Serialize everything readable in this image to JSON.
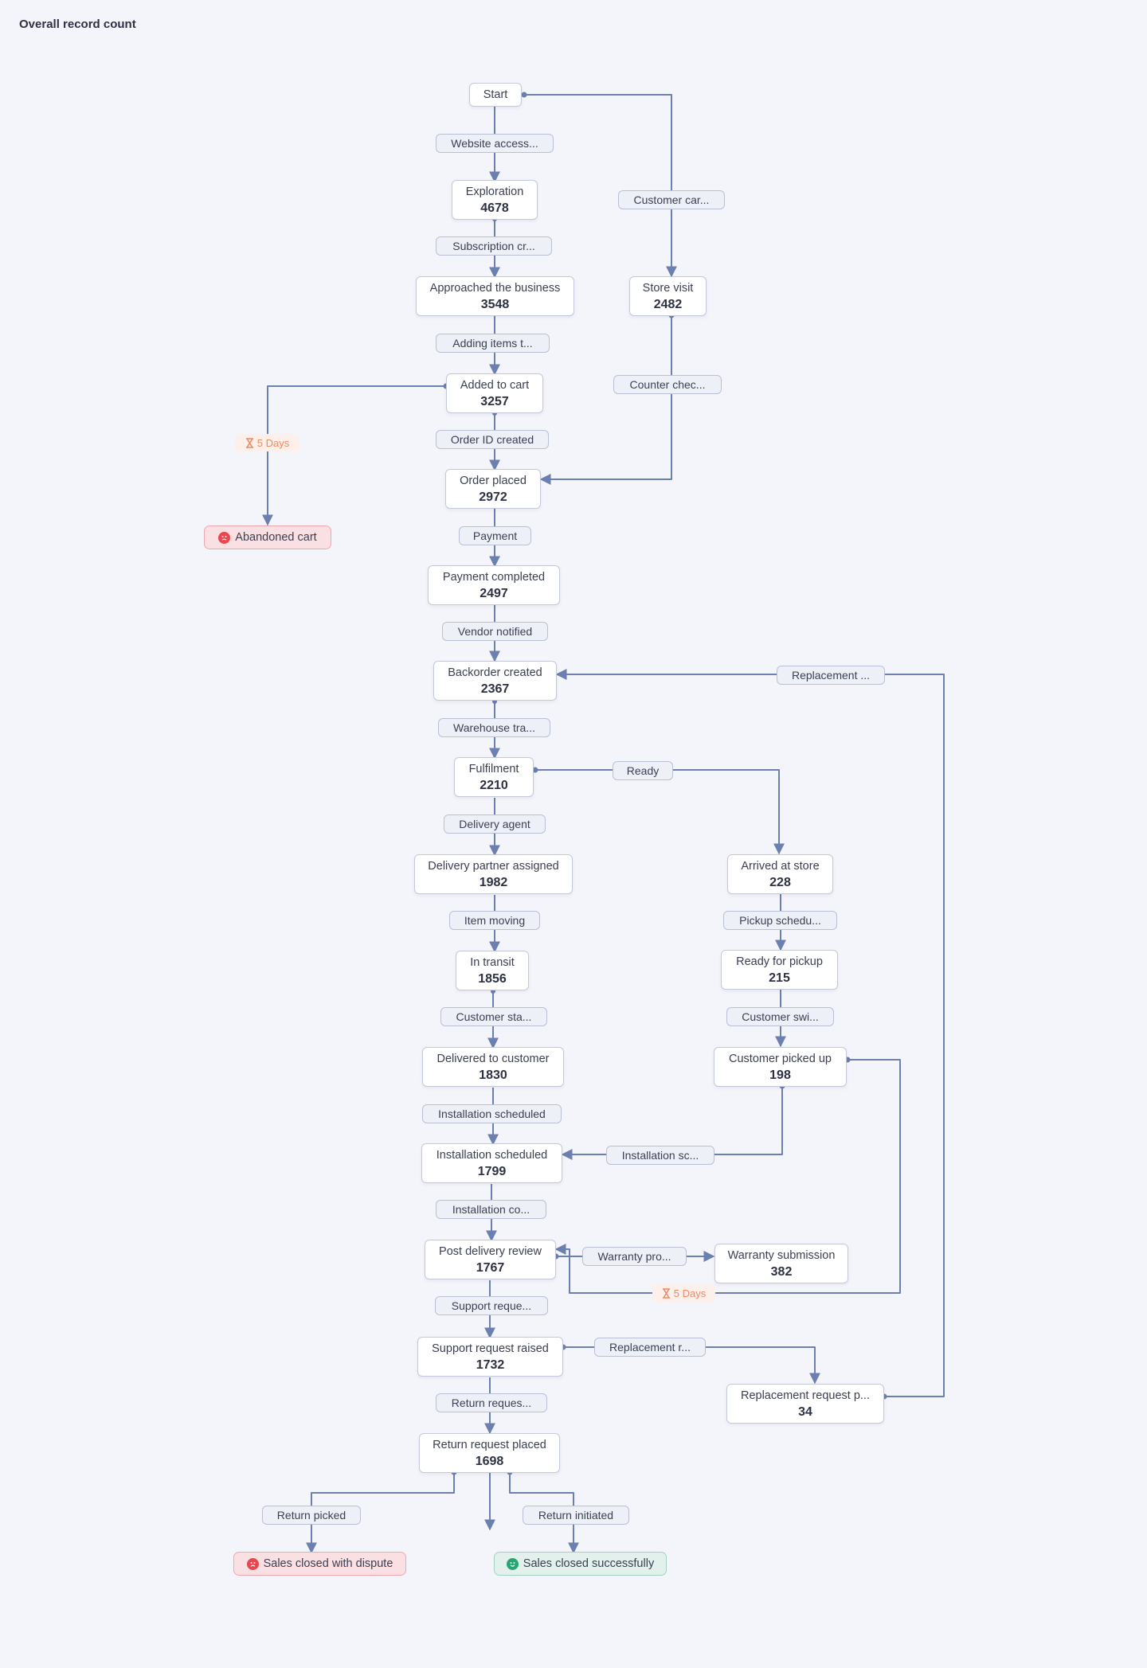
{
  "title": "Overall record count",
  "colors": {
    "background": "#f4f5fa",
    "wire": "#6b7fb0",
    "node_border": "#c3c9d9",
    "edge_fill": "#eef0f8",
    "timer_text": "#ec8a63",
    "negative": "#e8474f",
    "positive": "#27a673"
  },
  "nodes": {
    "start": {
      "label": "Start"
    },
    "exploration": {
      "label": "Exploration",
      "count": "4678"
    },
    "approached": {
      "label": "Approached the business",
      "count": "3548"
    },
    "store_visit": {
      "label": "Store visit",
      "count": "2482"
    },
    "added_to_cart": {
      "label": "Added to cart",
      "count": "3257"
    },
    "order_placed": {
      "label": "Order placed",
      "count": "2972"
    },
    "payment_completed": {
      "label": "Payment completed",
      "count": "2497"
    },
    "backorder_created": {
      "label": "Backorder created",
      "count": "2367"
    },
    "fulfilment": {
      "label": "Fulfilment",
      "count": "2210"
    },
    "delivery_partner": {
      "label": "Delivery partner assigned",
      "count": "1982"
    },
    "arrived_store": {
      "label": "Arrived at store",
      "count": "228"
    },
    "in_transit": {
      "label": "In transit",
      "count": "1856"
    },
    "ready_pickup": {
      "label": "Ready for pickup",
      "count": "215"
    },
    "delivered": {
      "label": "Delivered to customer",
      "count": "1830"
    },
    "picked_up": {
      "label": "Customer picked up",
      "count": "198"
    },
    "installation_scheduled": {
      "label": "Installation scheduled",
      "count": "1799"
    },
    "post_delivery": {
      "label": "Post delivery review",
      "count": "1767"
    },
    "warranty_submission": {
      "label": "Warranty submission",
      "count": "382"
    },
    "support_raised": {
      "label": "Support request raised",
      "count": "1732"
    },
    "replacement_placed": {
      "label": "Replacement request p...",
      "count": "34"
    },
    "return_placed": {
      "label": "Return request placed",
      "count": "1698"
    }
  },
  "edges": {
    "website_access": "Website access...",
    "customer_car": "Customer car...",
    "subscription": "Subscription cr...",
    "adding_items": "Adding items t...",
    "counter_check": "Counter chec...",
    "order_id": "Order ID created",
    "payment": "Payment",
    "vendor_notified": "Vendor notified",
    "replacement_loop": "Replacement ...",
    "warehouse": "Warehouse tra...",
    "ready": "Ready",
    "delivery_agent": "Delivery agent",
    "item_moving": "Item moving",
    "pickup_schedule": "Pickup schedu...",
    "customer_sta": "Customer sta...",
    "customer_swi": "Customer swi...",
    "installation_scheduled_edge": "Installation scheduled",
    "installation_sc": "Installation sc...",
    "installation_co": "Installation co...",
    "warranty_pro": "Warranty pro...",
    "support_reque": "Support reque...",
    "replacement_r": "Replacement r...",
    "return_reques": "Return reques...",
    "return_picked": "Return picked",
    "return_initiated": "Return initiated"
  },
  "timers": {
    "cart_timer": "5 Days",
    "warranty_timer": "5 Days"
  },
  "terminals": {
    "abandoned_cart": "Abandoned cart",
    "closed_dispute": "Sales closed with dispute",
    "closed_success": "Sales closed successfully"
  }
}
